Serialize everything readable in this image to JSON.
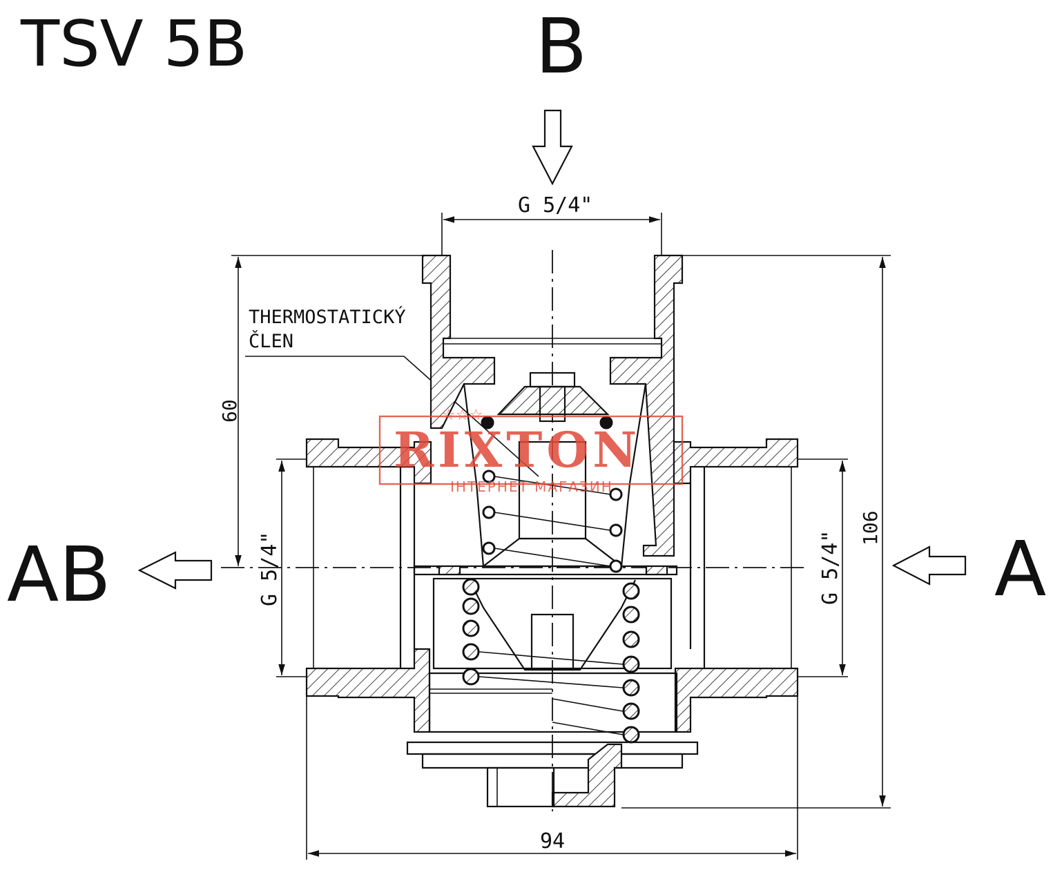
{
  "drawing": {
    "model": "TSV 5B",
    "ports": {
      "top": "B",
      "left": "AB",
      "right": "A"
    },
    "threads": {
      "top": "G 5/4\"",
      "left": "G 5/4\"",
      "right": "G 5/4\""
    },
    "dimensions": {
      "width": "94",
      "height": "106",
      "upper": "60"
    },
    "callout": {
      "line1": "THERMOSTATICKÝ",
      "line2": "ČLEN"
    }
  },
  "watermark": {
    "brand": "RIXTON",
    "subtitle": "ІНТЕРНЕТ МАГАЗИН",
    "color": "#e04a3a"
  }
}
